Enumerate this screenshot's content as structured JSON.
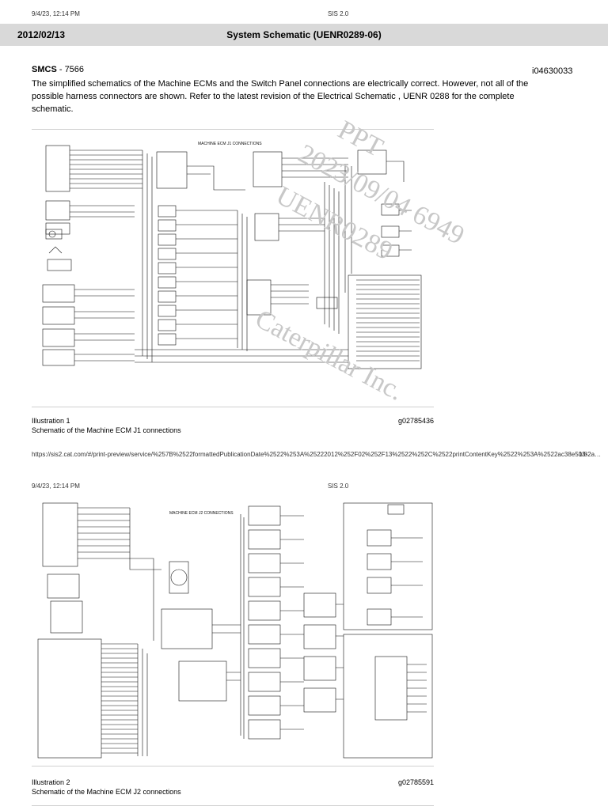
{
  "page1": {
    "header_left": "9/4/23, 12:14 PM",
    "header_center": "SIS 2.0",
    "band_date": "2012/02/13",
    "band_title": "System Schematic (UENR0289-06)",
    "smcs_label": "SMCS",
    "smcs_value": "- 7566",
    "doc_id": "i04630033",
    "paragraph": "The simplified schematics of the Machine ECMs and the Switch Panel connections are electrically correct. However, not all of the possible harness connectors are shown. Refer to the latest revision of the Electrical Schematic , UENR 0288 for the complete schematic.",
    "illustration_label": "Illustration 1",
    "illustration_caption": "Schematic of the Machine ECM J1 connections",
    "illustration_id": "g02785436",
    "schematic_title": "MACHINE ECM J1 CONNECTIONS",
    "footer_url": "https://sis2.cat.com/#/print-preview/service/%257B%2522formattedPublicationDate%2522%253A%25222012%252F02%252F13%2522%252C%2522printContentKey%2522%253A%2522ac38e503-2a…",
    "footer_page": "1/8"
  },
  "page2": {
    "header_left": "9/4/23, 12:14 PM",
    "header_center": "SIS 2.0",
    "illustration_label": "Illustration 2",
    "illustration_caption": "Schematic of the Machine ECM J2 connections",
    "illustration_id": "g02785591",
    "schematic_title": "MACHINE ECM J2 CONNECTIONS"
  },
  "watermark": {
    "line1": "PPT",
    "line2": "2023/09/04 6949",
    "line3": "UENR0289",
    "line4": "Caterpillar Inc."
  },
  "colors": {
    "band": "#d9d9d9",
    "rule": "#d0d0d0",
    "watermark": "#c8c8c8"
  }
}
